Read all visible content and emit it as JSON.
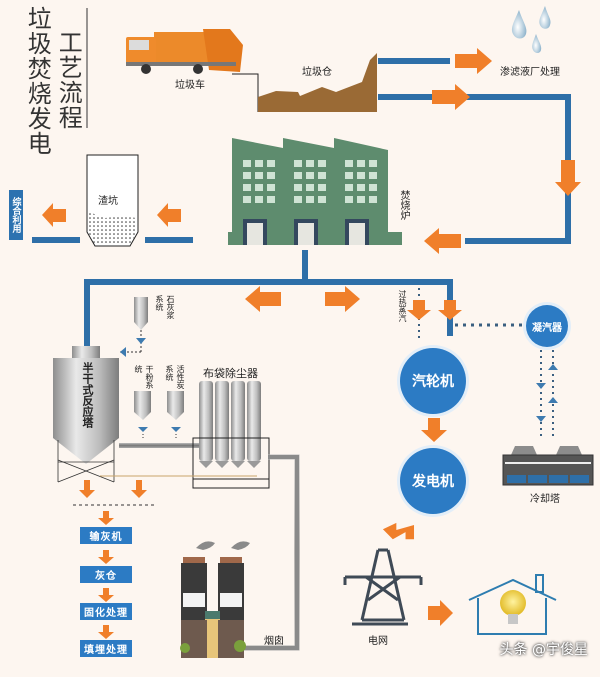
{
  "title": {
    "main": "垃圾焚烧发电",
    "sub": "工艺流程"
  },
  "labels": {
    "garbage_truck": "垃圾车",
    "garbage_bin": "垃圾仓",
    "leachate": "渗滤液厂处理",
    "slag_pit": "渣坑",
    "comprehensive_use": "综合利用",
    "incinerator": "焚烧炉",
    "lime_slurry": "石灰浆系统",
    "superheated_steam": "过热蒸汽",
    "condenser": "凝汽器",
    "reactor": "半干式反应塔",
    "dry_powder": "干粉系统",
    "activated_carbon": "活性炭系统",
    "bag_filter": "布袋除尘器",
    "turbine": "汽轮机",
    "generator": "发电机",
    "cooling_tower": "冷却塔",
    "ash_steps": [
      "输灰机",
      "灰仓",
      "固化处理",
      "填埋处理"
    ],
    "chimney": "烟囱",
    "grid": "电网",
    "watermark": "头条 @宇俊星"
  },
  "colors": {
    "background": "#fdf6f0",
    "pipe_blue": "#2e6fa8",
    "arrow_orange": "#f07f2a",
    "circle_blue": "#2c7bc4",
    "factory_green": "#5e8c6e",
    "garbage_brown": "#9a6a35",
    "truck_orange": "#ec8a2a"
  },
  "icons": {
    "truck": "garbage-truck-icon",
    "drops": "water-drops-icon",
    "factory": "incinerator-factory-icon",
    "tower": "power-tower-icon",
    "house": "house-bulb-icon",
    "chimney": "chimney-icon"
  }
}
